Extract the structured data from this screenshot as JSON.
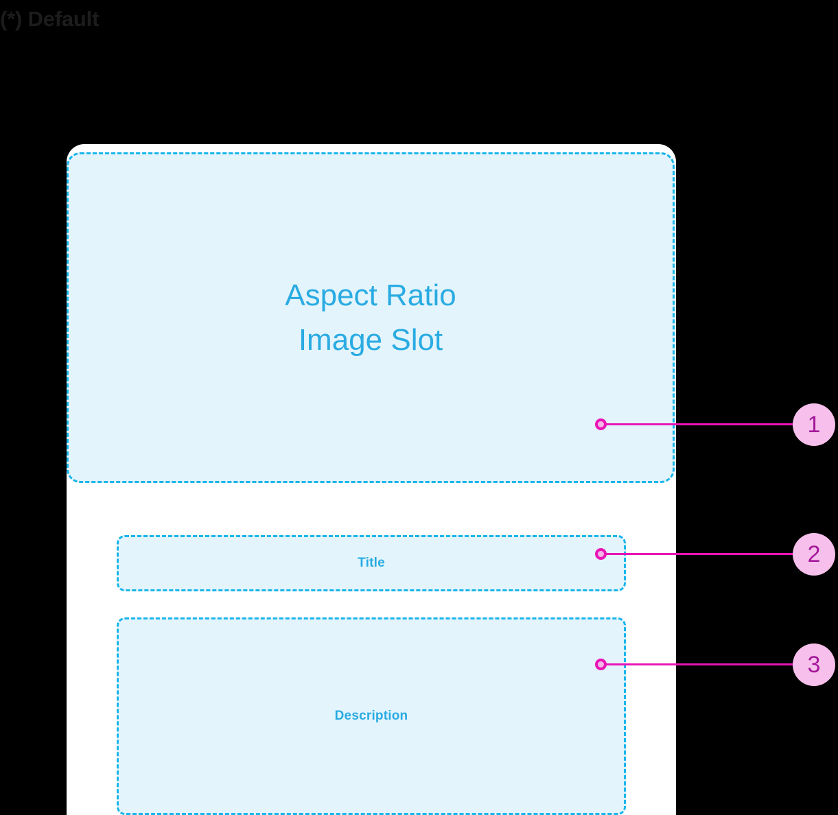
{
  "frame": {
    "label": "(*) Default"
  },
  "colors": {
    "background": "#000000",
    "card_surface": "#ffffff",
    "slot_fill": "#e3f4fc",
    "slot_border": "#17b5ea",
    "slot_text": "#29ABE2",
    "callout_accent": "#E915B6",
    "callout_badge_fill": "#F7C0EC",
    "callout_badge_text": "#A4199A",
    "frame_label_text": "#1c1c1c"
  },
  "card": {
    "image_slot": {
      "line1": "Aspect Ratio",
      "line2": "Image Slot"
    },
    "title_slot": {
      "label": "Title"
    },
    "description_slot": {
      "label": "Description"
    }
  },
  "callouts": [
    {
      "number": "1",
      "target": "image-slot"
    },
    {
      "number": "2",
      "target": "title-slot"
    },
    {
      "number": "3",
      "target": "description-slot"
    }
  ]
}
